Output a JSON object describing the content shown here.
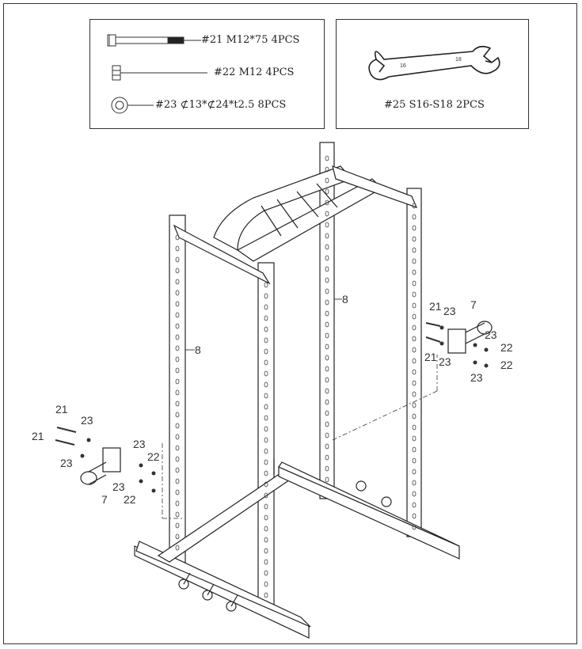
{
  "parts": [
    {
      "label": "#21 M12*75  4PCS"
    },
    {
      "label": "#22 M12   4PCS"
    },
    {
      "label": "#23 ⊄13*⊄24*t2.5  8PCS"
    }
  ],
  "tool": {
    "label": "#25 S16-S18 2PCS"
  },
  "callouts": {
    "frame_left": "8",
    "frame_back": "8",
    "bolt": "21",
    "washer": "23",
    "nut": "22",
    "peg": "7"
  }
}
